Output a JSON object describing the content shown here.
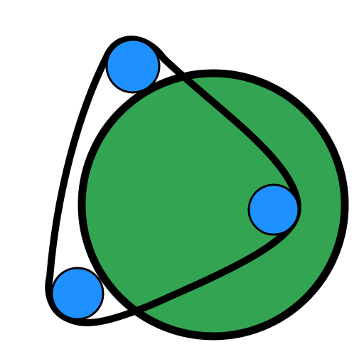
{
  "diagram": {
    "colors": {
      "background": "#ffffff",
      "big_circle_fill": "#33a552",
      "node_fill": "#1e90ff",
      "stroke": "#000000"
    },
    "elements": [
      {
        "name": "big-green-circle",
        "shape": "circle"
      },
      {
        "name": "node-top",
        "shape": "circle"
      },
      {
        "name": "node-right",
        "shape": "circle"
      },
      {
        "name": "node-bottom-left",
        "shape": "circle"
      },
      {
        "name": "closed-loop-path",
        "shape": "curve"
      }
    ]
  }
}
